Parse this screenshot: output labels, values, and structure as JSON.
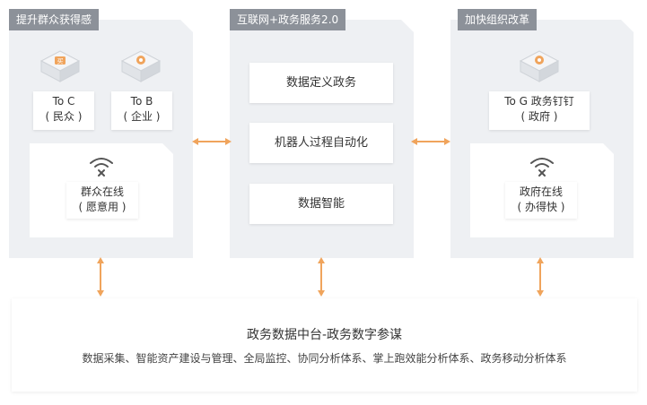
{
  "panels": {
    "left": {
      "tag": "提升群众获得感",
      "card_c_line1": "To C",
      "card_c_line2": "( 民众 )",
      "card_b_line1": "To B",
      "card_b_line2": "( 企业 )",
      "inner_line1": "群众在线",
      "inner_line2": "( 愿意用 )"
    },
    "middle": {
      "tag": "互联网+政务服务2.0",
      "items": [
        "数据定义政务",
        "机器人过程自动化",
        "数据智能"
      ]
    },
    "right": {
      "tag": "加快组织改革",
      "card_g_line1": "To G 政务钉钉",
      "card_g_line2": "( 政府 )",
      "inner_line1": "政府在线",
      "inner_line2": "( 办得快 )"
    }
  },
  "bottom": {
    "title": "政务数据中台-政务数字参谋",
    "subtitle": "数据采集、智能资产建设与管理、全局监控、协同分析体系、掌上跑效能分析体系、政务移动分析体系"
  },
  "icons": {
    "cube_c": "cube-icon-c",
    "cube_b": "cube-icon-b",
    "cube_g": "cube-icon-g",
    "wifi": "wifi-off-icon"
  },
  "colors": {
    "accent_orange": "#f0a45c",
    "panel_bg": "#eef0f3",
    "tag_bg": "#8c9199"
  }
}
